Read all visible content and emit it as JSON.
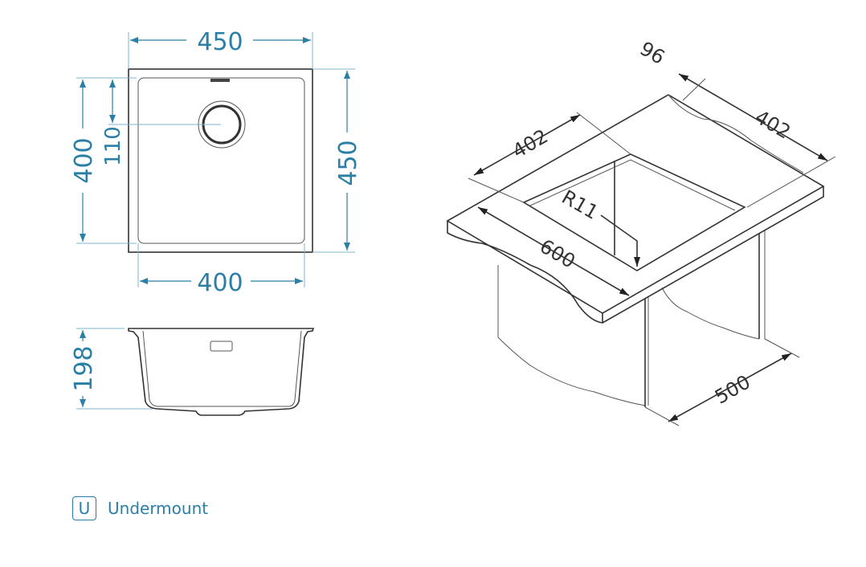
{
  "top_view": {
    "width_outer": "450",
    "depth_outer": "450",
    "width_inner": "400",
    "depth_inner": "400",
    "drain_offset": "110"
  },
  "side_view": {
    "height": "198"
  },
  "iso_view": {
    "left_width": "402",
    "right_width": "402",
    "offset": "96",
    "counter_depth": "600",
    "radius": "R11",
    "cabinet_depth": "500"
  },
  "legend": {
    "icon_letter": "U",
    "label": "Undermount"
  },
  "colors": {
    "dimension": "#2b7fa6",
    "line": "#333333"
  }
}
